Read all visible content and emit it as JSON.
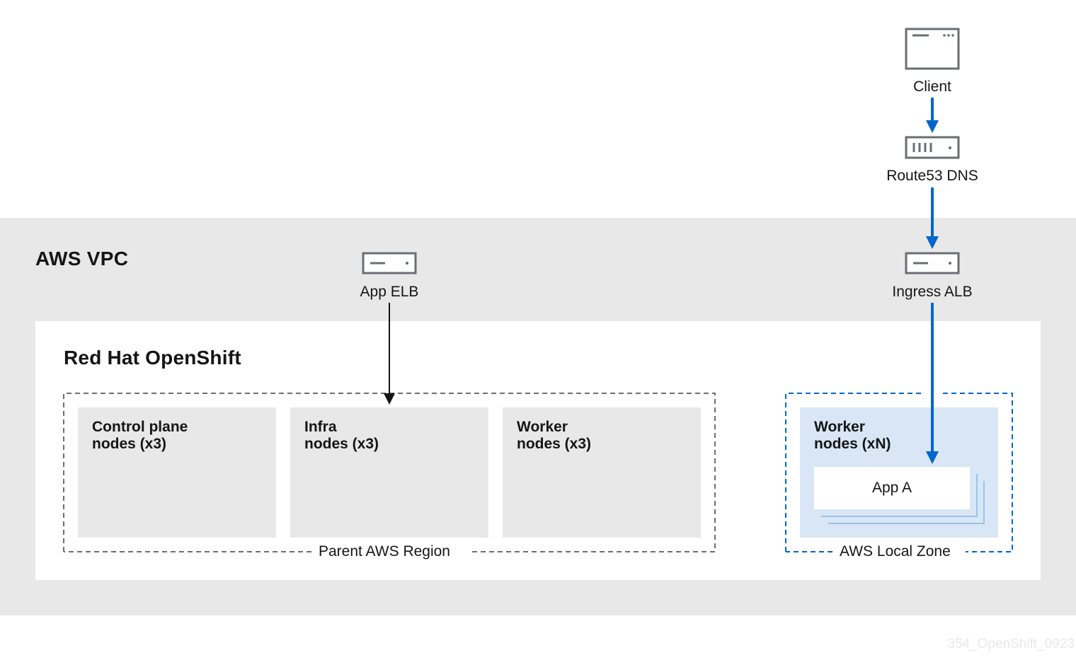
{
  "vpc": {
    "title": "AWS VPC"
  },
  "openshift": {
    "title": "Red Hat OpenShift"
  },
  "external": {
    "client_label": "Client",
    "dns_label": "Route53 DNS"
  },
  "load_balancers": {
    "app_elb_label": "App ELB",
    "ingress_alb_label": "Ingress ALB"
  },
  "parent_region": {
    "label": "Parent AWS Region",
    "nodes": [
      {
        "line1": "Control plane",
        "line2": "nodes (x3)"
      },
      {
        "line1": "Infra",
        "line2": "nodes (x3)"
      },
      {
        "line1": "Worker",
        "line2": "nodes (x3)"
      }
    ]
  },
  "local_zone": {
    "label": "AWS Local Zone",
    "node": {
      "line1": "Worker",
      "line2": "nodes (xN)"
    },
    "app_label": "App A"
  },
  "colors": {
    "flow_arrow": "#0066cc",
    "black_arrow": "#151515",
    "vpc_fill": "#e8e8e8",
    "local_zone_fill": "#d8e6f5",
    "local_zone_border": "#0066cc",
    "region_border": "#6a6e73"
  },
  "watermark": "354_OpenShift_0923"
}
